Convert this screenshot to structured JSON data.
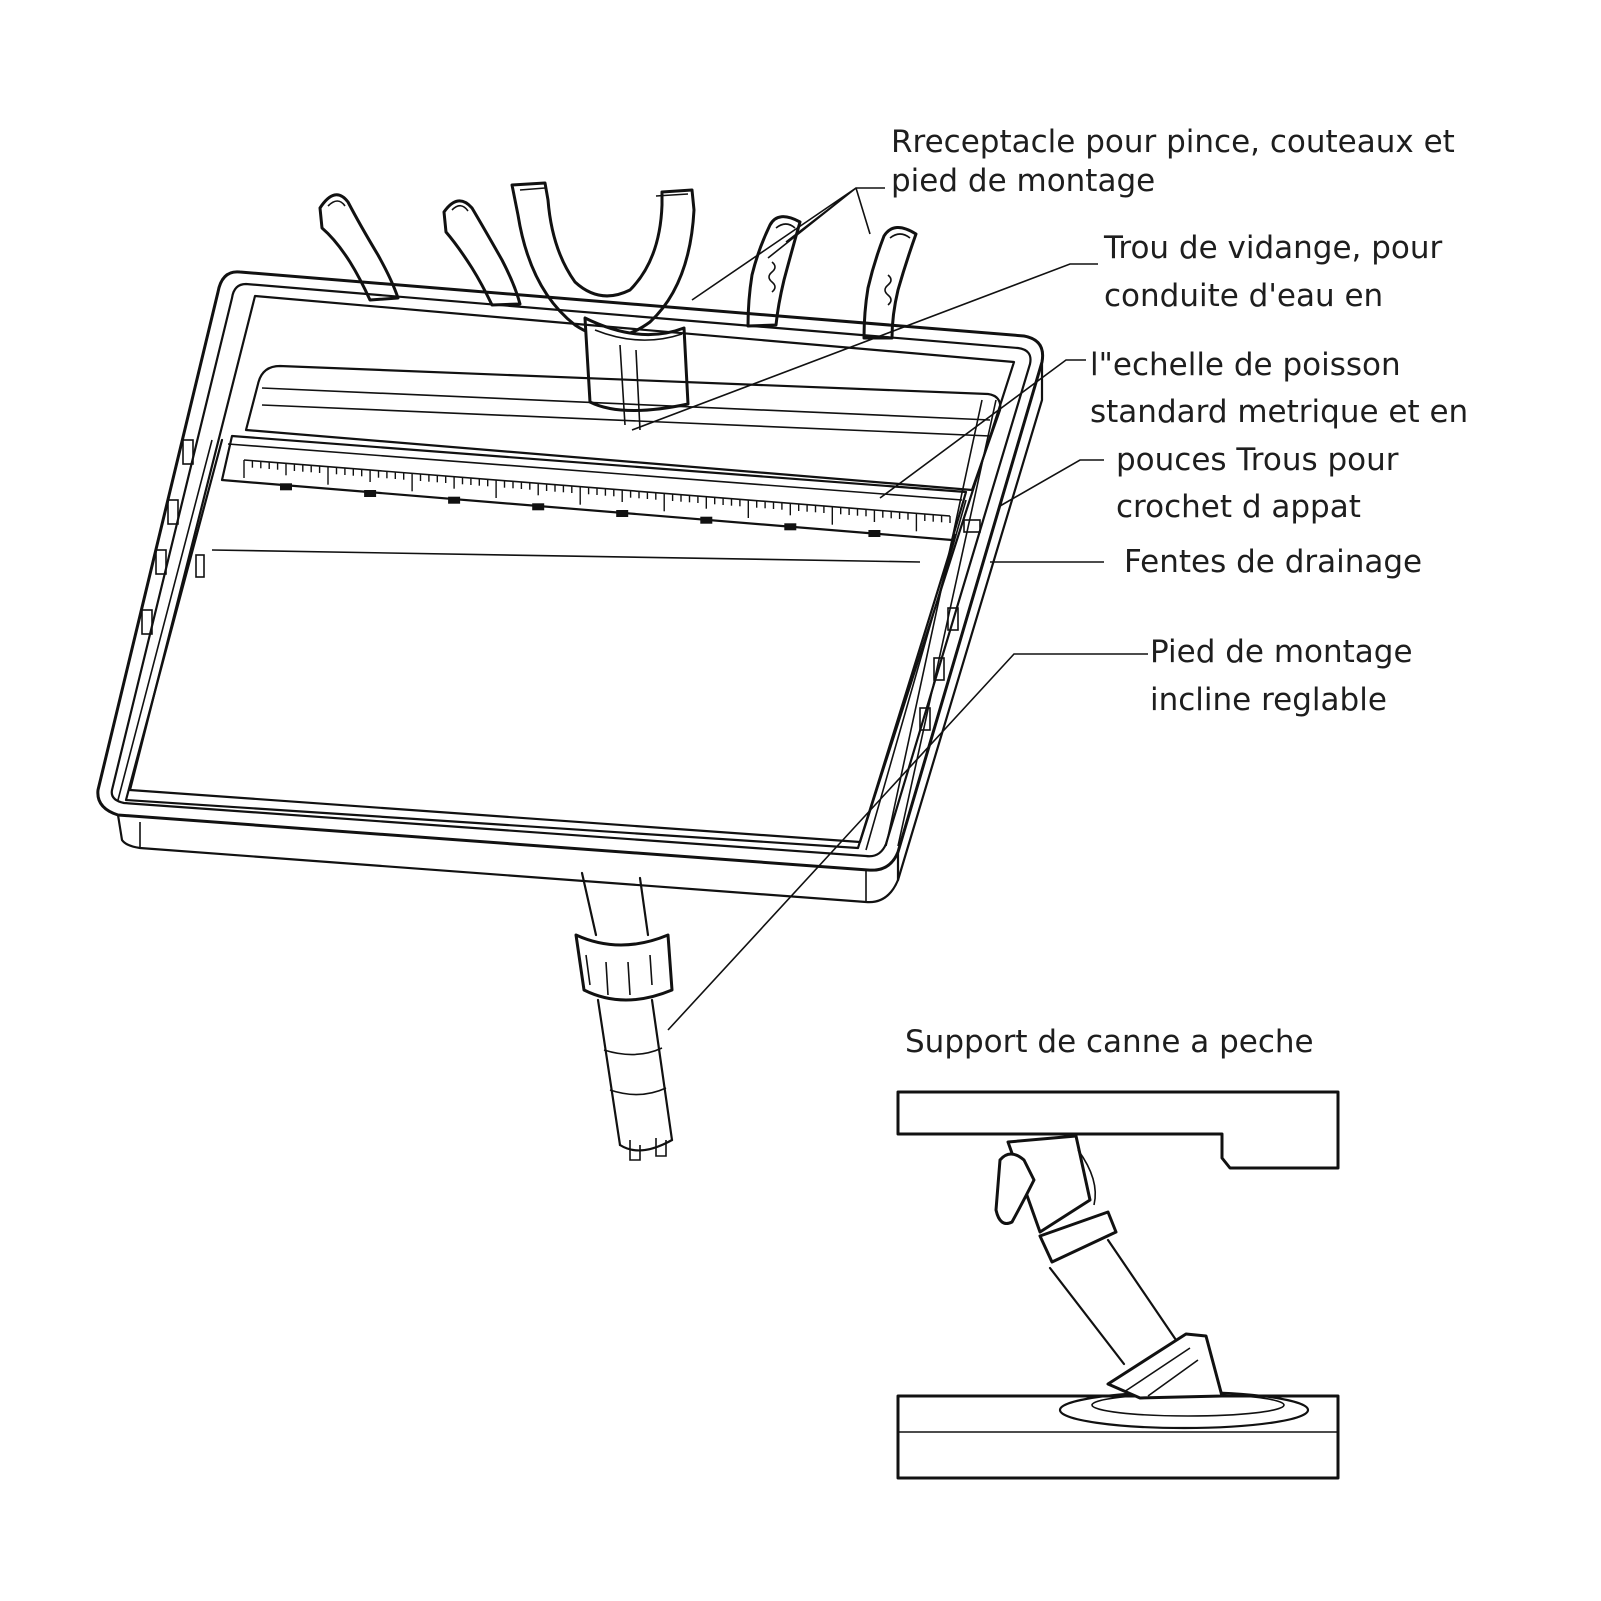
{
  "labels": {
    "receptacle": [
      "Rreceptacle pour pince, couteaux et",
      "pied de montage"
    ],
    "drain_hole": [
      "Trou de vidange, pour",
      "conduite d'eau en"
    ],
    "fish_ruler": [
      "l\"echelle de poisson",
      "standard metrique et en"
    ],
    "bait_holes": [
      "pouces Trous pour",
      "crochet d appat"
    ],
    "drain_slots": [
      "Fentes de drainage"
    ],
    "mount": [
      "Pied de montage",
      "incline reglable"
    ],
    "rod_holder": [
      "Support de canne a peche"
    ]
  }
}
